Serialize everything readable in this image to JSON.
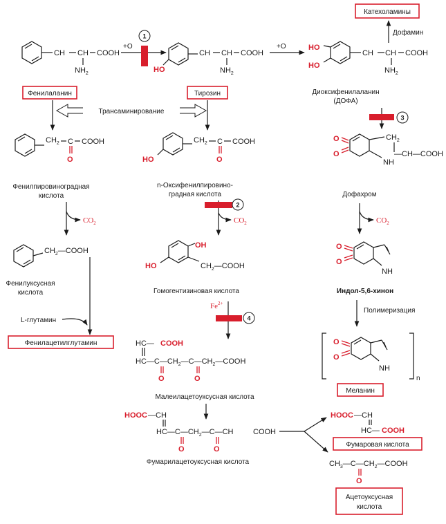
{
  "labels": {
    "catecholamines": "Катехоламины",
    "dopamine": "Дофамин",
    "phenylalanine": "Фенилаланин",
    "tyrosine": "Тирозин",
    "dopa_1": "Диоксифенилаланин",
    "dopa_2": "(ДОФА)",
    "transamination": "Трансаминирование",
    "phenylpyruvate_1": "Фенилпировиноградная",
    "phenylpyruvate_2": "кислота",
    "hpp_1": "n-Оксифенилпировино-",
    "hpp_2": "градная  кислота",
    "dopachrome": "Дофахром",
    "phenylacetic_1": "Фенилуксусная",
    "phenylacetic_2": "кислота",
    "homogentisic": "Гомогентизиновая кислота",
    "indole_quinone": "Индол-5,6-хинон",
    "polymerization": "Полимеризация",
    "glutamine": "L-глутамин",
    "phenylacetylglutamine": "Фенилацетилглутамин",
    "maleylacetoacetic": "Малеилацетоуксусная кислота",
    "melanin": "Меланин",
    "fumarylacetoacetic": "Фумарилацетоуксусная кислота",
    "fumaric": "Фумаровая кислота",
    "acetoacetic_1": "Ацетоуксусная",
    "acetoacetic_2": "кислота"
  },
  "enzyme_blocks": [
    "1",
    "2",
    "3",
    "4"
  ],
  "formula_text": {
    "cooh": "COOH",
    "nh2": "NH",
    "nh2_sub": "2",
    "ho": "HO",
    "oh": "OH",
    "plus_o": "+O",
    "co2": "CO",
    "co2_sub": "2",
    "fe": "Fe",
    "fe_sup": "2+",
    "ch": "CH",
    "ch2": "CH",
    "ch2_sub": "2",
    "c": "C",
    "o": "O",
    "nh": "NH",
    "ch3": "CH",
    "ch3_sub": "3",
    "hc": "HC",
    "hooc": "HOOC",
    "n": "n",
    "ch_ch": "CH—CH",
    "ch2_cooh": "CH₂—COOH"
  },
  "colors": {
    "accent": "#d81e2c",
    "ink": "#1a1a1a"
  }
}
